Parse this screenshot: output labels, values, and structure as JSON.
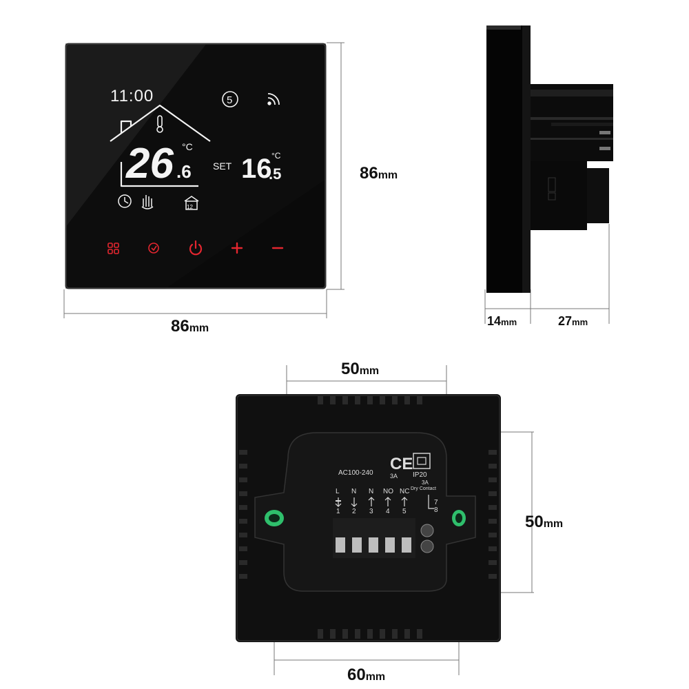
{
  "display": {
    "clock": "11:00",
    "program_number": "5",
    "room_temp_main": "26",
    "room_temp_decimal": ".6",
    "room_temp_unit": "°C",
    "set_label": "SET",
    "set_temp_main": "16",
    "set_temp_decimal": ".5",
    "set_temp_unit": "°C",
    "mode_badge": "12"
  },
  "dimensions": {
    "front_height": {
      "value": "86",
      "unit": "mm"
    },
    "front_width": {
      "value": "86",
      "unit": "mm"
    },
    "side_depth_front": {
      "value": "14",
      "unit": "mm"
    },
    "side_depth_back": {
      "value": "27",
      "unit": "mm"
    },
    "back_hole_spacing_h": {
      "value": "50",
      "unit": "mm"
    },
    "back_hole_spacing_v": {
      "value": "50",
      "unit": "mm"
    },
    "back_module_width": {
      "value": "60",
      "unit": "mm"
    }
  },
  "back_label": {
    "voltage": "AC100-240",
    "current": "3A",
    "ip_rating": "IP20",
    "dry_contact_current": "3A",
    "dry_contact_label": "Dry Contact",
    "terminals": [
      {
        "name": "L",
        "num": "1"
      },
      {
        "name": "N",
        "num": "2"
      },
      {
        "name": "N",
        "num": "3"
      },
      {
        "name": "NO",
        "num": "4"
      },
      {
        "name": "NC",
        "num": "5"
      }
    ],
    "dry_terminals": [
      "7",
      "8"
    ]
  },
  "colors": {
    "panel": "#0b0b0b",
    "display_white": "#f4f4f4",
    "touch_red": "#e4262f",
    "mount_green": "#2fbf6c"
  }
}
